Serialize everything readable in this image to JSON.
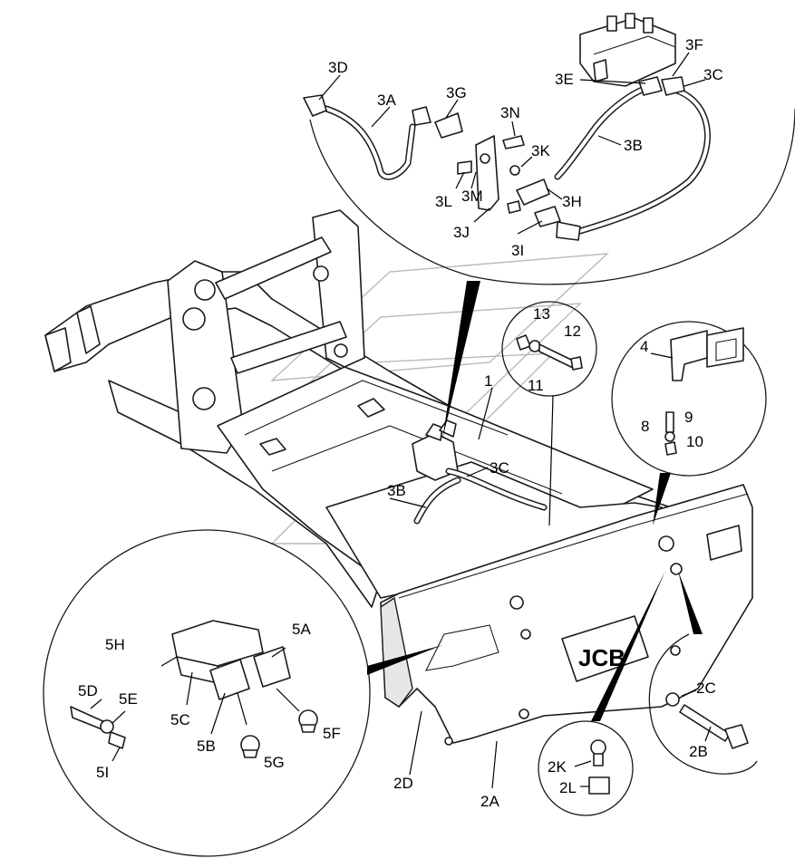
{
  "diagram": {
    "labels": {
      "l3D": "3D",
      "l3A": "3A",
      "l3G": "3G",
      "l3N": "3N",
      "l3K": "3K",
      "l3E": "3E",
      "l3F": "3F",
      "l3C_top": "3C",
      "l3B_top": "3B",
      "l3L": "3L",
      "l3M": "3M",
      "l3H": "3H",
      "l3J": "3J",
      "l3I": "3I",
      "l13": "13",
      "l12": "12",
      "l11": "11",
      "l1": "1",
      "l4": "4",
      "l8": "8",
      "l9": "9",
      "l10": "10",
      "l3C_mid": "3C",
      "l3B_mid": "3B",
      "l5H": "5H",
      "l5A": "5A",
      "l5D": "5D",
      "l5E": "5E",
      "l5C": "5C",
      "l5B": "5B",
      "l5F": "5F",
      "l5G": "5G",
      "l5I": "5I",
      "l2D": "2D",
      "l2A": "2A",
      "l2K": "2K",
      "l2L": "2L",
      "l2C": "2C",
      "l2B": "2B"
    },
    "logo_text": "JCB"
  }
}
